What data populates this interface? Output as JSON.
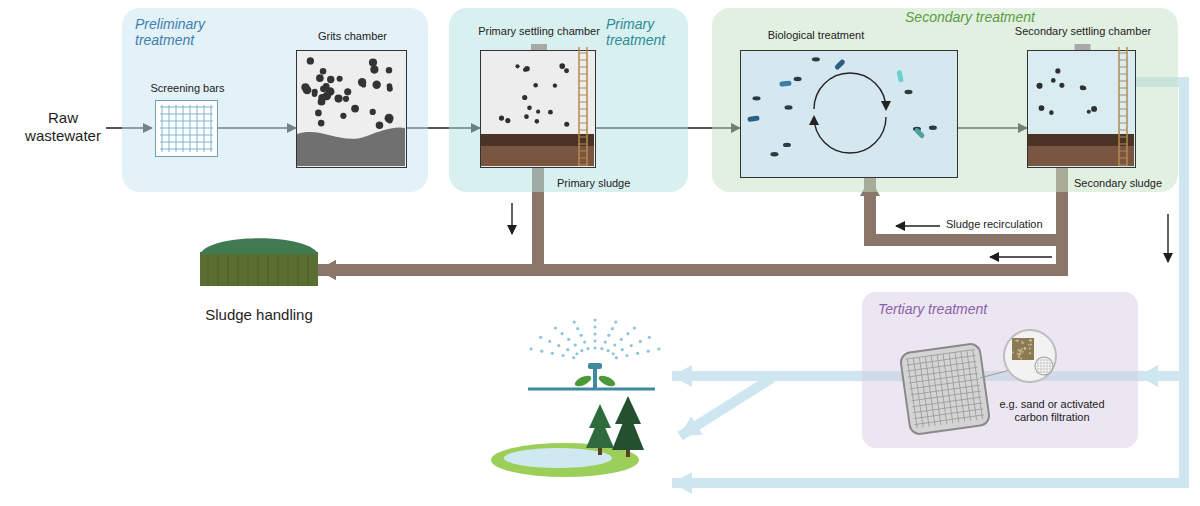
{
  "diagram": {
    "nodes": [
      {
        "text": [
          "Preliminary treatment"
        ]
      },
      {
        "text": [
          "Screening bars"
        ],
        "in": 0
      },
      {
        "text": [
          "Grits chamber"
        ],
        "in": 0
      },
      {
        "text": [
          "Primary treatment"
        ]
      },
      {
        "text": [
          "Primary settling chamber",
          "Primary sludge"
        ],
        "in": 3
      },
      {
        "text": [
          "Secondary treatment"
        ]
      },
      {
        "text": [
          "Biological treatment"
        ],
        "in": 5
      },
      {
        "text": [
          "Secondary settling chamber",
          "Secondary sludge"
        ],
        "in": 5
      },
      {
        "text": [
          "Sludge handling"
        ]
      },
      {
        "text": [
          "Tertiary treatment",
          "e.g. sand or activated carbon filtration"
        ]
      }
    ],
    "edges": [
      {
        "from": 1,
        "to": 2,
        "arrow": "to"
      },
      {
        "from": 2,
        "to": 4,
        "arrow": "to"
      },
      {
        "from": 4,
        "to": 6,
        "arrow": "to"
      },
      {
        "from": 6,
        "to": 7,
        "arrow": "to"
      },
      {
        "from": 7,
        "to": 6,
        "label": "Sludge recirculation",
        "arrow": "to"
      },
      {
        "from": 4,
        "to": 8,
        "arrow": "to"
      },
      {
        "from": 7,
        "to": 8,
        "arrow": "to"
      },
      {
        "from": 7,
        "to": 9,
        "arrow": "to"
      }
    ],
    "labels": [
      "Raw wastewater"
    ]
  }
}
